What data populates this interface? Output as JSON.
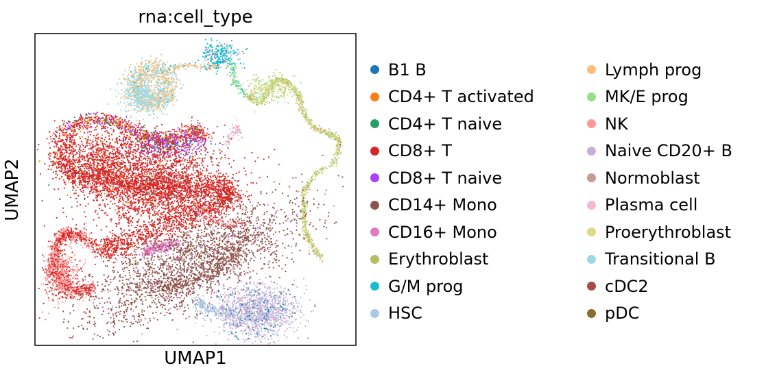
{
  "chart_data": {
    "type": "scatter",
    "title": "rna:cell_type",
    "xlabel": "UMAP1",
    "ylabel": "UMAP2",
    "grid": false,
    "legend_placement": "right, two columns",
    "categories": [
      {
        "name": "B1 B",
        "color": "#1f77b4"
      },
      {
        "name": "CD4+ T activated",
        "color": "#ff7f0e"
      },
      {
        "name": "CD4+ T naive",
        "color": "#279e68"
      },
      {
        "name": "CD8+ T",
        "color": "#d62728"
      },
      {
        "name": "CD8+ T naive",
        "color": "#aa40fc"
      },
      {
        "name": "CD14+ Mono",
        "color": "#8c564b"
      },
      {
        "name": "CD16+ Mono",
        "color": "#e377c2"
      },
      {
        "name": "Erythroblast",
        "color": "#b5bd61"
      },
      {
        "name": "G/M prog",
        "color": "#17becf"
      },
      {
        "name": "HSC",
        "color": "#aec7e8"
      },
      {
        "name": "Lymph prog",
        "color": "#ffbb78"
      },
      {
        "name": "MK/E prog",
        "color": "#98df8a"
      },
      {
        "name": "NK",
        "color": "#ff9896"
      },
      {
        "name": "Naive CD20+ B",
        "color": "#c5b0d5"
      },
      {
        "name": "Normoblast",
        "color": "#c49c94"
      },
      {
        "name": "Plasma cell",
        "color": "#f7b6d2"
      },
      {
        "name": "Proerythroblast",
        "color": "#dbdb8d"
      },
      {
        "name": "Transitional B",
        "color": "#9edae5"
      },
      {
        "name": "cDC2",
        "color": "#ad494a"
      },
      {
        "name": "pDC",
        "color": "#8c6d31"
      }
    ]
  }
}
